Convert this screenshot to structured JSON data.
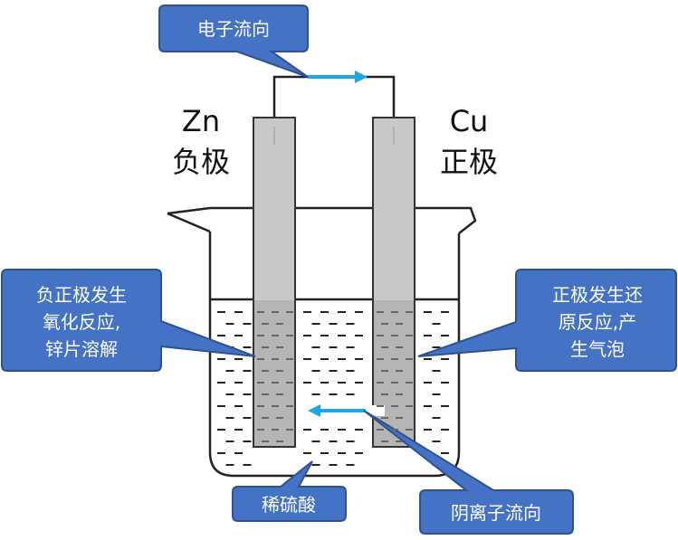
{
  "electrodes": {
    "zn": {
      "name": "Zn",
      "role": "负极"
    },
    "cu": {
      "name": "Cu",
      "role": "正极"
    }
  },
  "callouts": {
    "electron_flow": "电子流向",
    "negative": [
      "负正极发生",
      "氧化反应,",
      "锌片溶解"
    ],
    "positive": [
      "正极发生还",
      "原反应,产",
      "生气泡"
    ],
    "electrolyte": "稀硫酸",
    "anion_flow": "阴离子流向"
  },
  "colors": {
    "callout_fill": "#4472c4",
    "callout_stroke": "#2f528f",
    "arrow": "#1ea7e1",
    "electrode": "#c8c8c8",
    "electrode_submerged": "#b5b5b5"
  }
}
